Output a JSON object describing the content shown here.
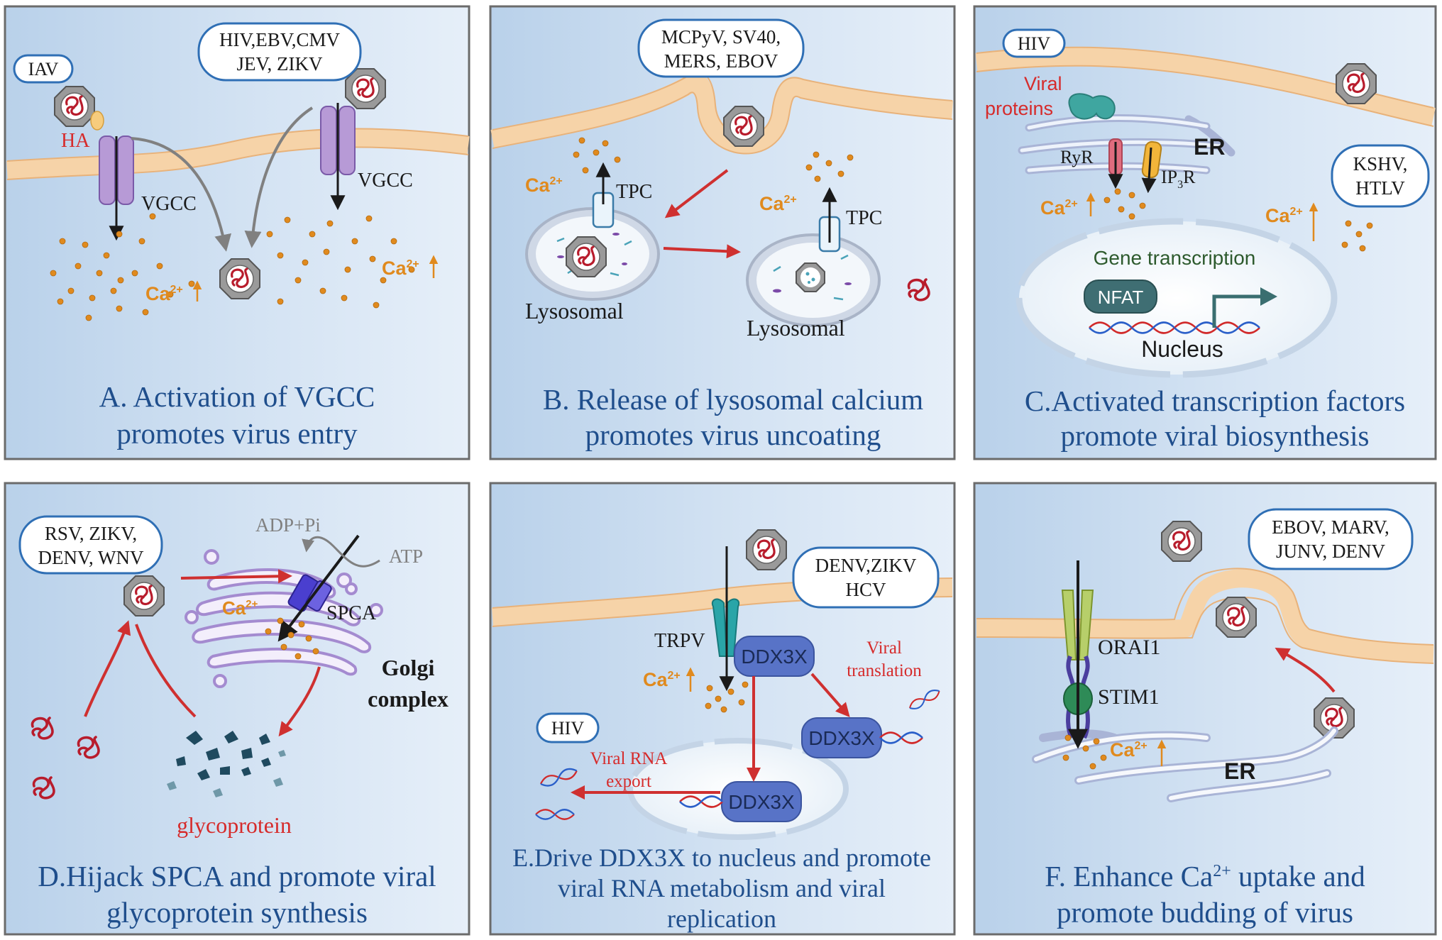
{
  "panels": {
    "a": {
      "caption": [
        "A. Activation of VGCC",
        "promotes virus entry"
      ],
      "virus_tag_1": "IAV",
      "virus_tag_2": [
        "HIV,EBV,CMV",
        "JEV, ZIKV"
      ],
      "ha_label": "HA",
      "vgcc_left": "VGCC",
      "vgcc_right": "VGCC",
      "ca_label": "Ca",
      "ca_sup": "2+"
    },
    "b": {
      "caption": [
        "B. Release of lysosomal calcium",
        "promotes virus uncoating"
      ],
      "virus_tag": [
        "MCPyV, SV40,",
        "MERS, EBOV"
      ],
      "tpc_1": "TPC",
      "tpc_2": "TPC",
      "lysosome_1": "Lysosomal",
      "lysosome_2": "Lysosomal",
      "ca_label": "Ca",
      "ca_sup": "2+"
    },
    "c": {
      "caption": [
        "C.Activated transcription factors",
        "promote viral biosynthesis"
      ],
      "virus_tag_1": "HIV",
      "virus_tag_2": [
        "KSHV,",
        "HTLV"
      ],
      "viral_proteins": [
        "Viral",
        "proteins"
      ],
      "ryr": "RyR",
      "ip3r": [
        "IP",
        "3",
        "R"
      ],
      "er": "ER",
      "gene_transcription": "Gene transcription",
      "nfat": "NFAT",
      "nucleus": "Nucleus",
      "ca_label": "Ca",
      "ca_sup": "2+"
    },
    "d": {
      "caption": [
        "D.Hijack SPCA and promote viral",
        "glycoprotein synthesis"
      ],
      "virus_tag": [
        "RSV, ZIKV,",
        "DENV, WNV"
      ],
      "adp": "ADP+Pi",
      "atp": "ATP",
      "spca": "SPCA",
      "golgi": [
        "Golgi",
        "complex"
      ],
      "glycoprotein": "glycoprotein",
      "ca_label": "Ca",
      "ca_sup": "2+"
    },
    "e": {
      "caption": [
        "E.Drive DDX3X to nucleus and promote",
        "viral RNA metabolism and viral",
        "replication"
      ],
      "virus_tag_1": [
        "DENV,ZIKV",
        "HCV"
      ],
      "virus_tag_2": "HIV",
      "trpv": "TRPV",
      "ddx3x": "DDX3X",
      "viral_translation": [
        "Viral",
        "translation"
      ],
      "rna_export": [
        "Viral RNA",
        "export"
      ],
      "ca_label": "Ca",
      "ca_sup": "2+"
    },
    "f": {
      "caption_line1_pre": "F. Enhance Ca",
      "caption_line1_sup": "2+",
      "caption_line1_post": " uptake and",
      "caption_line2": "promote budding of virus",
      "virus_tag": [
        "EBOV, MARV,",
        "JUNV, DENV"
      ],
      "orai1": "ORAI1",
      "stim1": "STIM1",
      "er": "ER",
      "ca_label": "Ca",
      "ca_sup": "2+"
    }
  },
  "colors": {
    "panel_bg": "#c9dcef",
    "caption": "#1f4e8c",
    "tag_border": "#2f6fb5",
    "calcium": "#e08a1e",
    "red": "#d62b2b",
    "membrane": "#f6d3a8"
  }
}
